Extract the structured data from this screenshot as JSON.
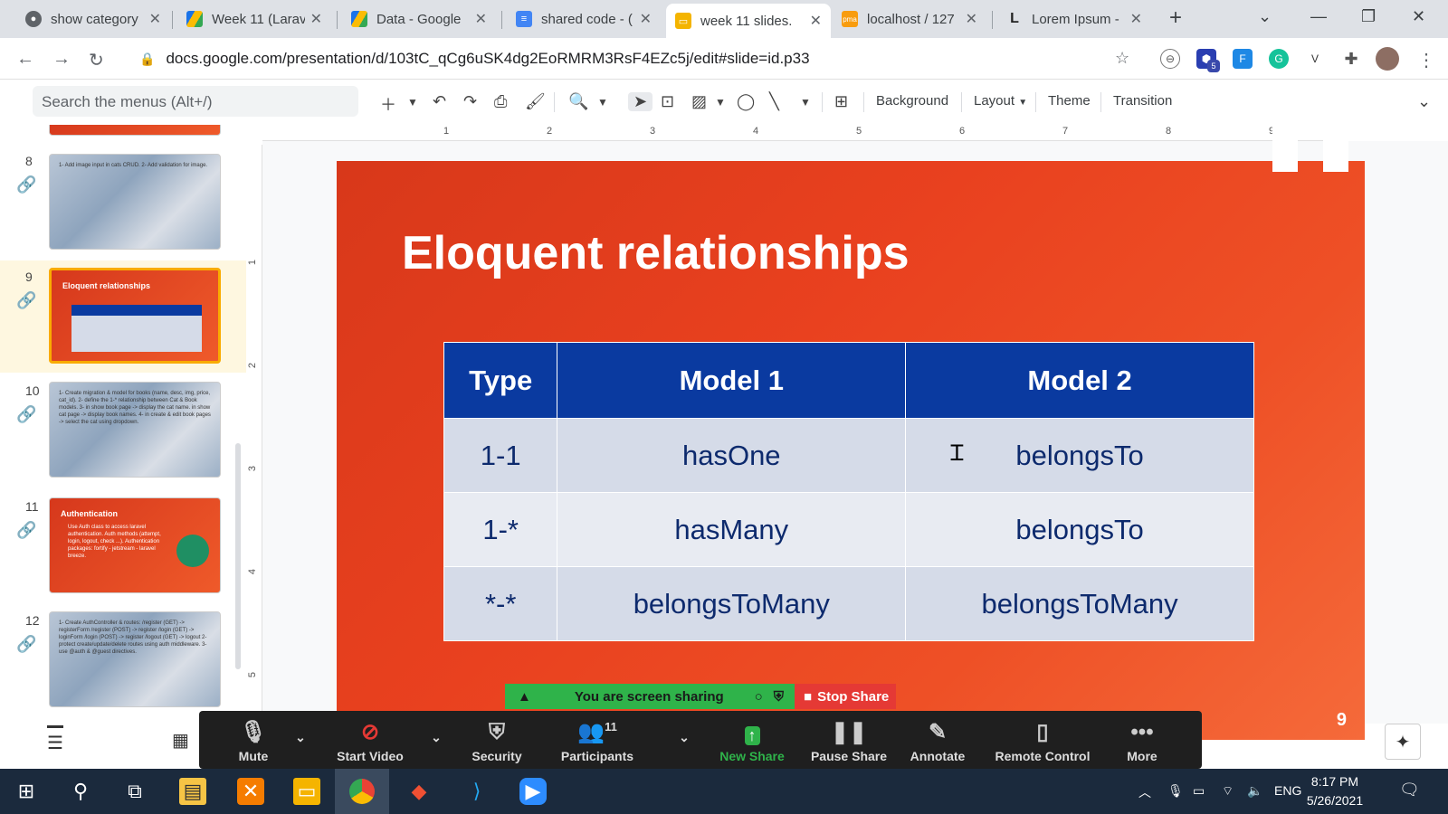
{
  "browser": {
    "tabs": [
      {
        "title": "show category",
        "icon": "globe"
      },
      {
        "title": "Week 11 (Larav",
        "icon": "drive"
      },
      {
        "title": "Data - Google",
        "icon": "drive"
      },
      {
        "title": "shared code - (",
        "icon": "docs"
      },
      {
        "title": "week 11 slides.",
        "icon": "slides",
        "active": true
      },
      {
        "title": "localhost / 127",
        "icon": "phpmyadmin"
      },
      {
        "title": "Lorem Ipsum -",
        "icon": "lipsum"
      }
    ],
    "new_tab": "+",
    "url": "docs.google.com/presentation/d/103tC_qCg6uSK4dg2EoRMRM3RsF4EZc5j/edit#slide=id.p33",
    "ext_badge": "5"
  },
  "toolbar": {
    "search_placeholder": "Search the menus (Alt+/)",
    "background": "Background",
    "layout": "Layout",
    "theme": "Theme",
    "transition": "Transition"
  },
  "ruler": {
    "h": [
      "1",
      "2",
      "3",
      "4",
      "5",
      "6",
      "7",
      "8",
      "9"
    ],
    "v": [
      "1",
      "2",
      "3",
      "4",
      "5"
    ]
  },
  "filmstrip": {
    "slides": [
      {
        "num": "8",
        "text": "1- Add image input in cats CRUD.\n2- Add validation for image."
      },
      {
        "num": "9",
        "title": "Eloquent relationships"
      },
      {
        "num": "10",
        "text": "1- Create migration & model for books (name, desc, img, price, cat_id).\n2- define the 1-* relationship between Cat & Book models.\n3- in show book page -> display the cat name. in show cat page -> display book names.\n4- in create & edit book pages -> select the cat using dropdown."
      },
      {
        "num": "11",
        "title": "Authentication",
        "text": "Use Auth class to access laravel authentication.\nAuth methods (attempt, login, logout, check ...).\nAuthentication packages: fortify - jetstream - laravel breeze."
      },
      {
        "num": "12",
        "text": "1- Create AuthController & routes: /register (GET) -> registerForm /register (POST) -> register /login (GET) -> loginForm /login (POST) -> register /logout (GET) -> logout\n2- protect create/update/delete routes using auth middleware.\n3- use @auth & @guest directives."
      }
    ]
  },
  "slide": {
    "title": "Eloquent relationships",
    "page": "9",
    "table": {
      "headers": [
        "Type",
        "Model 1",
        "Model 2"
      ],
      "rows": [
        [
          "1-1",
          "hasOne",
          "belongsTo"
        ],
        [
          "1-*",
          "hasMany",
          "belongsTo"
        ],
        [
          "*-*",
          "belongsToMany",
          "belongsToMany"
        ]
      ]
    }
  },
  "zoom": {
    "sharing": "You are screen sharing",
    "stop": "Stop Share",
    "participants_count": "11",
    "buttons": [
      "Mute",
      "Start Video",
      "Security",
      "Participants",
      "New Share",
      "Pause Share",
      "Annotate",
      "Remote Control",
      "More"
    ]
  },
  "taskbar": {
    "lang": "ENG",
    "time": "8:17 PM",
    "date": "5/26/2021"
  },
  "colors": {
    "slide_bg": "#e9411f",
    "table_header": "#0a3aa0",
    "share_green": "#2fb34a",
    "stop_red": "#e53935"
  }
}
